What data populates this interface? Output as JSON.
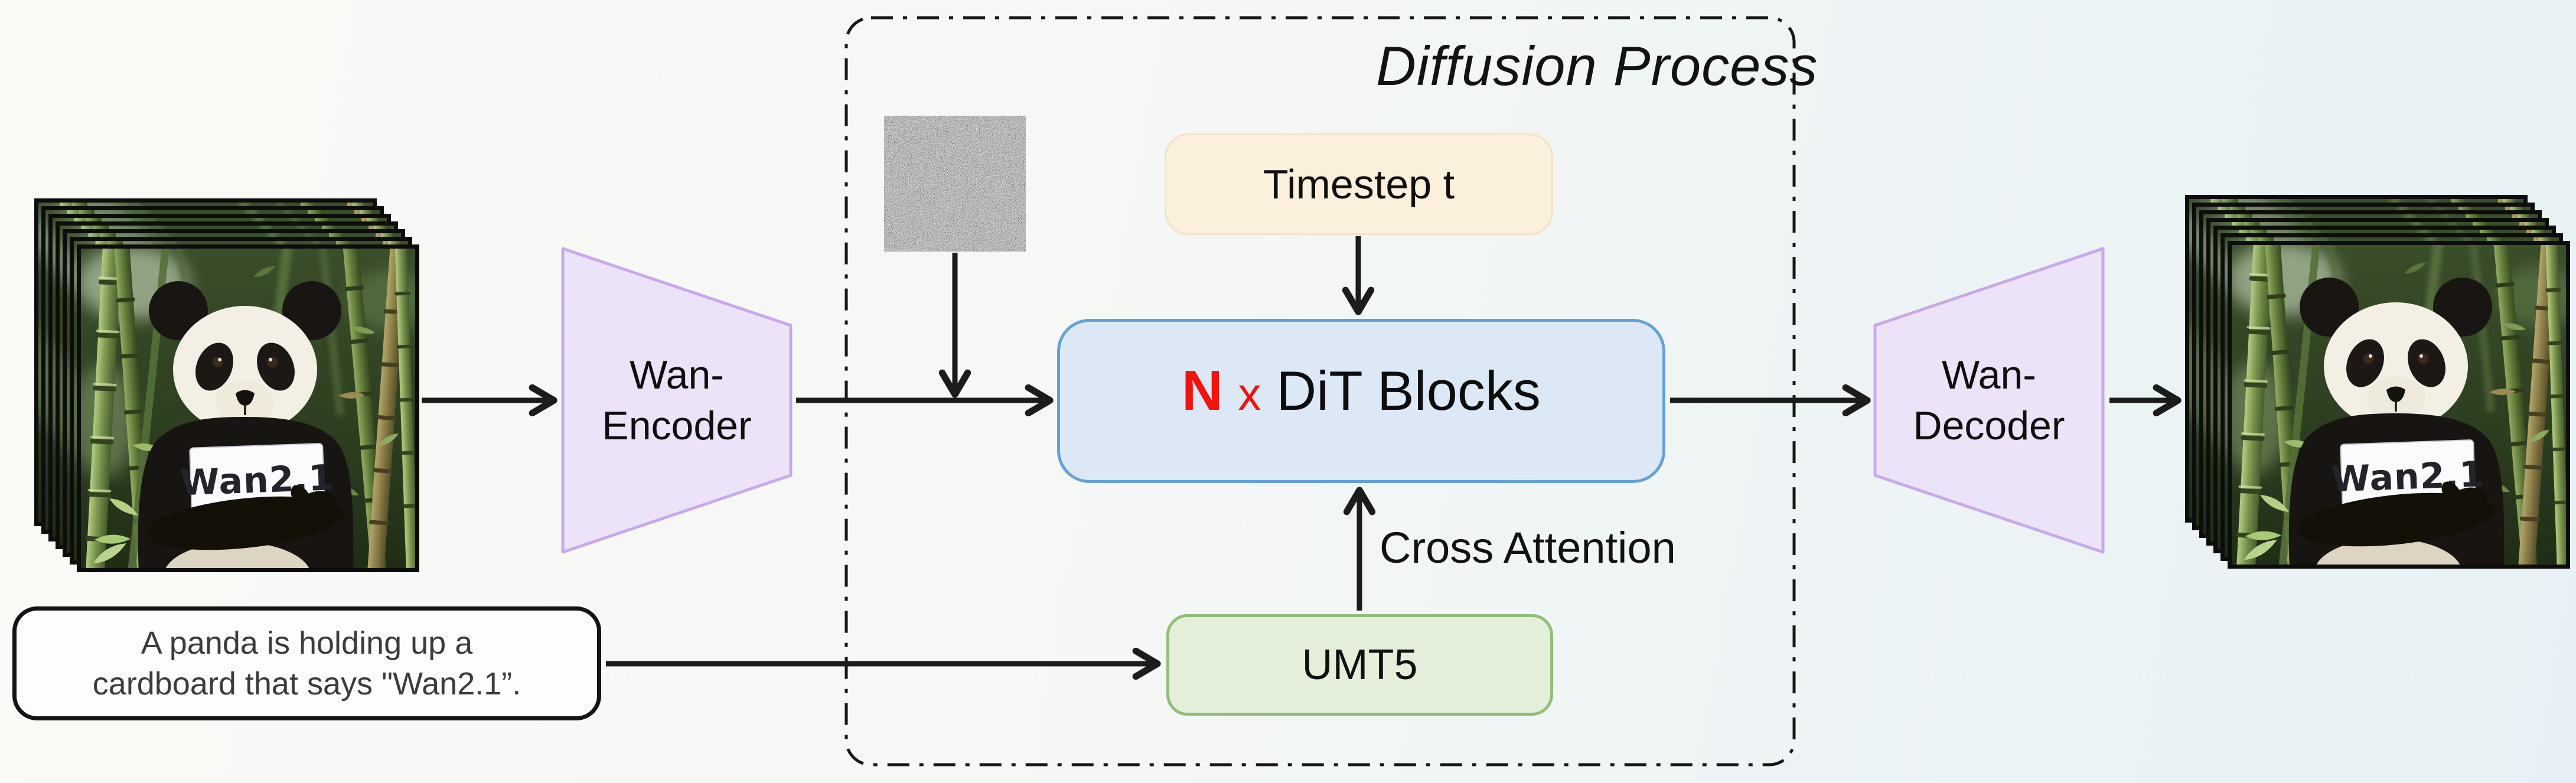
{
  "title": "Diffusion Process",
  "prompt": {
    "line1": "A panda is holding up a",
    "line2": "cardboard that says \"Wan2.1”."
  },
  "encoder": {
    "line1": "Wan-",
    "line2": "Encoder"
  },
  "decoder": {
    "line1": "Wan-",
    "line2": "Decoder"
  },
  "dit": {
    "n": "N",
    "times": "x",
    "label": "DiT Blocks"
  },
  "timestep": {
    "label": "Timestep t"
  },
  "umt5": {
    "label": "UMT5"
  },
  "cross_attention": "Cross Attention",
  "video_sign_text": "Wan2.1",
  "video_frames_count": 7,
  "colors": {
    "background-left": "#fafaf6",
    "background-right": "#e7f1f5",
    "encoder-fill": "#ede3f9",
    "encoder-border": "#c8a8ec",
    "dit-fill": "#dde8f7",
    "dit-border": "#64a1d8",
    "timestep-fill": "#faf0db",
    "timestep-border": "#f2e3c3",
    "umt5-fill": "#e4efda",
    "umt5-border": "#90be77",
    "accent-red": "#f2130e",
    "arrow": "#1c1c1c",
    "prompt-border": "#141414",
    "prompt-text": "#3b3b3b"
  }
}
